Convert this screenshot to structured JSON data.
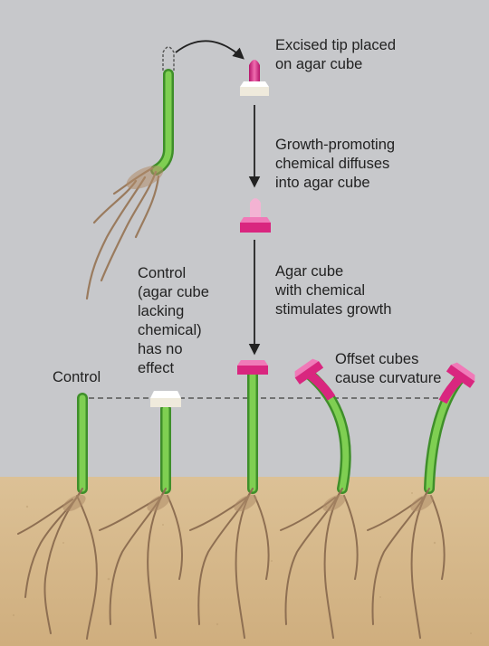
{
  "labels": {
    "excised_tip": "Excised tip placed\non agar cube",
    "diffuses": "Growth-promoting\nchemical diffuses\ninto agar cube",
    "stimulates": "Agar cube\nwith chemical\nstimulates growth",
    "control_note": "Control\n(agar cube\nlacking\nchemical)\nhas no\neffect",
    "offset": "Offset cubes\ncause curvature",
    "control": "Control"
  },
  "colors": {
    "background": "#c7c8cb",
    "soil": "#d9b98b",
    "stem": "#6fc245",
    "stem_dark": "#3f8f2a",
    "chemical": "#e0268c",
    "agar": "#f3f0e6",
    "root": "#9a7b5e"
  },
  "icons": [
    "curved-arrow-icon",
    "down-arrow-icon",
    "agar-cube-icon",
    "coleoptile-icon",
    "root-icon",
    "dashed-reference-line"
  ]
}
